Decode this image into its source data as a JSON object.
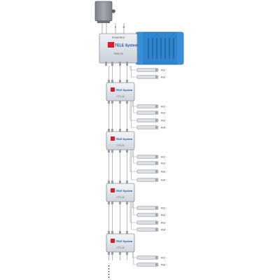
{
  "headend": {
    "brand": "TELE System",
    "top_label": "POWERED",
    "model": "TWD-24",
    "inputs": [
      "V",
      "H"
    ]
  },
  "switches": [
    {
      "brand": "TELE System",
      "model": "CTS-24"
    },
    {
      "brand": "TELE System",
      "model": "CTS-24"
    },
    {
      "brand": "TELE System",
      "model": "CTS-24"
    },
    {
      "brand": "TELE System",
      "model": "CTS-24"
    }
  ],
  "outputs": [
    {
      "label": "Rx1"
    },
    {
      "label": "Rx2"
    },
    {
      "label": "Rx1"
    },
    {
      "label": "Rx2"
    },
    {
      "label": "Rx3"
    },
    {
      "label": "Rx4"
    },
    {
      "label": "Rx1"
    },
    {
      "label": "Rx2"
    },
    {
      "label": "Rx3"
    },
    {
      "label": "Rx4"
    },
    {
      "label": "Rx1"
    },
    {
      "label": "Rx2"
    },
    {
      "label": "Rx3"
    },
    {
      "label": "Rx4"
    },
    {
      "label": "Rx1"
    },
    {
      "label": "Rx2"
    }
  ],
  "colors": {
    "heatsink": "#2f86cf",
    "heatsink_fins": "#1b5a93",
    "box": "#e6e9ee",
    "box_stroke": "#8a9099",
    "cable": "#9aa0a8",
    "logo_red": "#d4202a",
    "logo_blue": "#1f4f9a",
    "lnb": "#8f949a"
  }
}
